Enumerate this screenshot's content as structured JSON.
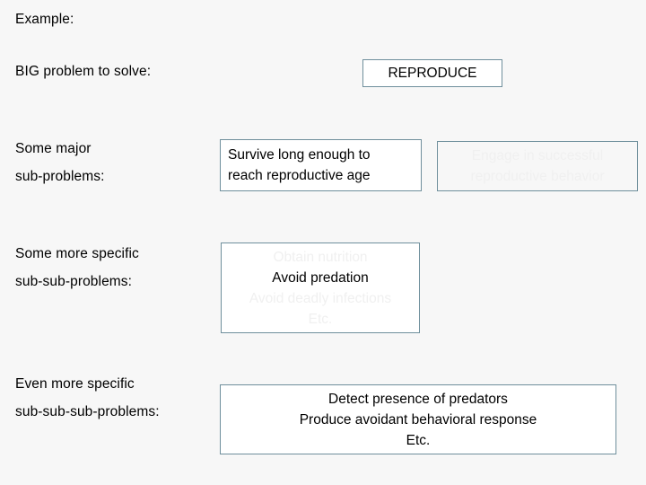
{
  "slide": {
    "background_color": "#f7f7f7",
    "box_border_color": "#6f8f9c",
    "box_fill_color": "#ffffff",
    "text_color": "#000000",
    "faded_text_color": "#f0f0f0"
  },
  "labels": {
    "example": "Example:",
    "big_problem": "BIG problem to solve:",
    "major_subproblems": "Some major\nsub-problems:",
    "more_specific": "Some more specific\nsub-sub-problems:",
    "even_more_specific": "Even more specific\nsub-sub-sub-problems:"
  },
  "boxes": {
    "reproduce": {
      "lines": [
        {
          "text": "REPRODUCE",
          "faded": false
        }
      ]
    },
    "survive": {
      "lines": [
        {
          "text": "Survive long enough to",
          "faded": false
        },
        {
          "text": "reach reproductive age",
          "faded": false
        }
      ]
    },
    "engage": {
      "lines": [
        {
          "text": "Engage in successful",
          "faded": true
        },
        {
          "text": "reproductive behavior",
          "faded": true
        }
      ]
    },
    "nutrition": {
      "lines": [
        {
          "text": "Obtain nutrition",
          "faded": true
        },
        {
          "text": "Avoid predation",
          "faded": false
        },
        {
          "text": "Avoid deadly infections",
          "faded": true
        },
        {
          "text": "Etc.",
          "faded": true
        }
      ]
    },
    "detect": {
      "lines": [
        {
          "text": "Detect presence of predators",
          "faded": false
        },
        {
          "text": "Produce avoidant behavioral response",
          "faded": false
        },
        {
          "text": "Etc.",
          "faded": false
        }
      ]
    }
  }
}
